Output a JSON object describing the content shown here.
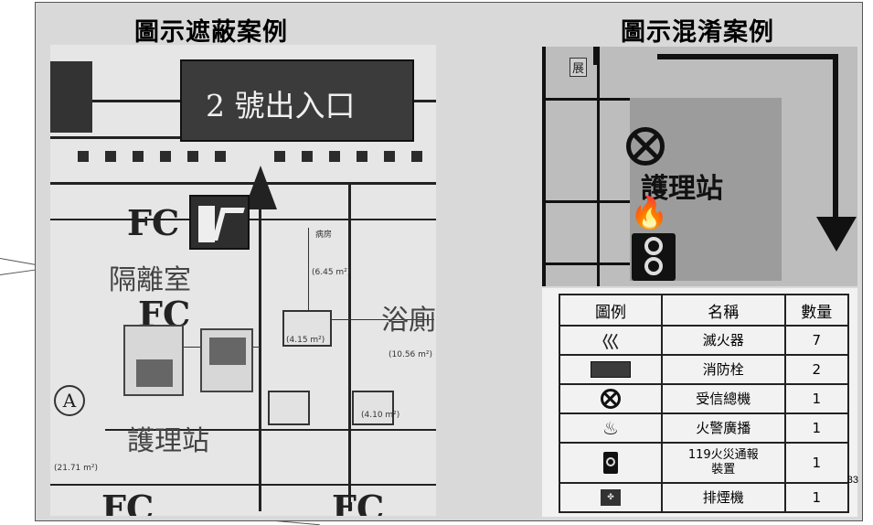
{
  "slide": {
    "left_title": "圖示遮蔽案例",
    "right_title": "圖示混淆案例",
    "page_number": "33"
  },
  "left_plan": {
    "entrance_label": "2 號出入口",
    "fc_upper": "FC",
    "isolation_room": "隔離室",
    "fc_lower": "FC",
    "nurse_station": "護理站",
    "bathroom": "浴廁",
    "fc_bottom_left": "FC",
    "fc_bottom_right": "FC",
    "circle_label": "A",
    "small_labels": [
      "病房",
      "(6.45 m²)",
      "(4.15 m²)",
      "(4.10 m²)",
      "(10.56 m²)",
      "(21.71 m²)"
    ]
  },
  "right_photo": {
    "station_text": "護理站",
    "corner_label": "展"
  },
  "legend": {
    "headers": [
      "圖例",
      "名稱",
      "數量"
    ],
    "rows": [
      {
        "icon": "hydrant-icon",
        "name": "滅火器",
        "qty": "7"
      },
      {
        "icon": "rect-icon",
        "name": "消防栓",
        "qty": "2"
      },
      {
        "icon": "x-circle-icon",
        "name": "受信總機",
        "qty": "1"
      },
      {
        "icon": "fire-icon",
        "name": "火警廣播",
        "qty": "1"
      },
      {
        "icon": "speaker-icon",
        "name": "119火災通報裝置",
        "qty": "1"
      },
      {
        "icon": "fan-icon",
        "name": "排煙機",
        "qty": "1"
      }
    ]
  }
}
